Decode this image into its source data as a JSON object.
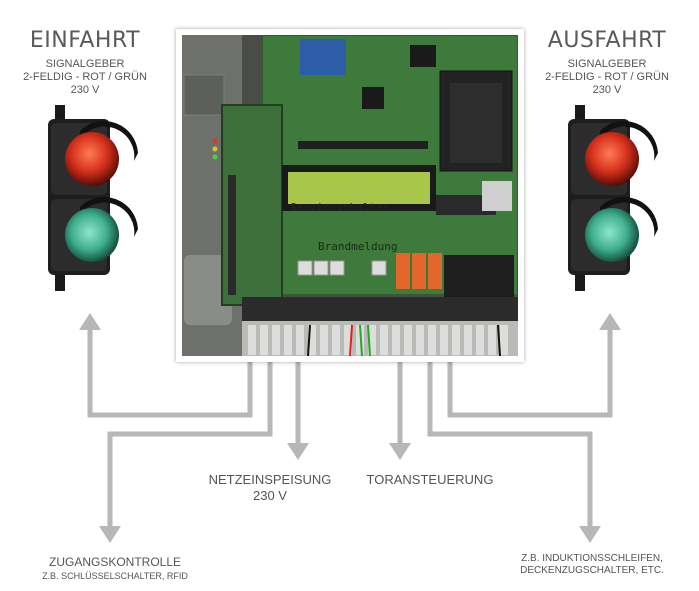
{
  "left": {
    "title": "EINFAHRT",
    "lines": [
      "SIGNALGEBER",
      "2-FELDIG - ROT / GRÜN",
      "230 V"
    ]
  },
  "right": {
    "title": "AUSFAHRT",
    "lines": [
      "SIGNALGEBER",
      "2-FELDIG - ROT / GRÜN",
      "230 V"
    ]
  },
  "lcd": {
    "line1": "Serviceschalter",
    "line2": "Brandmeldung"
  },
  "bottom": {
    "power": [
      "NETZEINSPEISUNG",
      "230 V"
    ],
    "gate": "TORANSTEUERUNG",
    "access_title": "ZUGANGSKONTROLLE",
    "access_sub": "Z.B. SCHLÜSSELSCHALTER, RFID",
    "sensors": [
      "Z.B. INDUKTIONSSCHLEIFEN,",
      "DECKENZUGSCHALTER, ETC."
    ]
  },
  "colors": {
    "arrow": "#b7b7b7",
    "red_lamp": "#d6321c",
    "green_lamp": "#3fae8c",
    "pcb": "#3e7a3c",
    "lcd": "#a8c64a"
  }
}
